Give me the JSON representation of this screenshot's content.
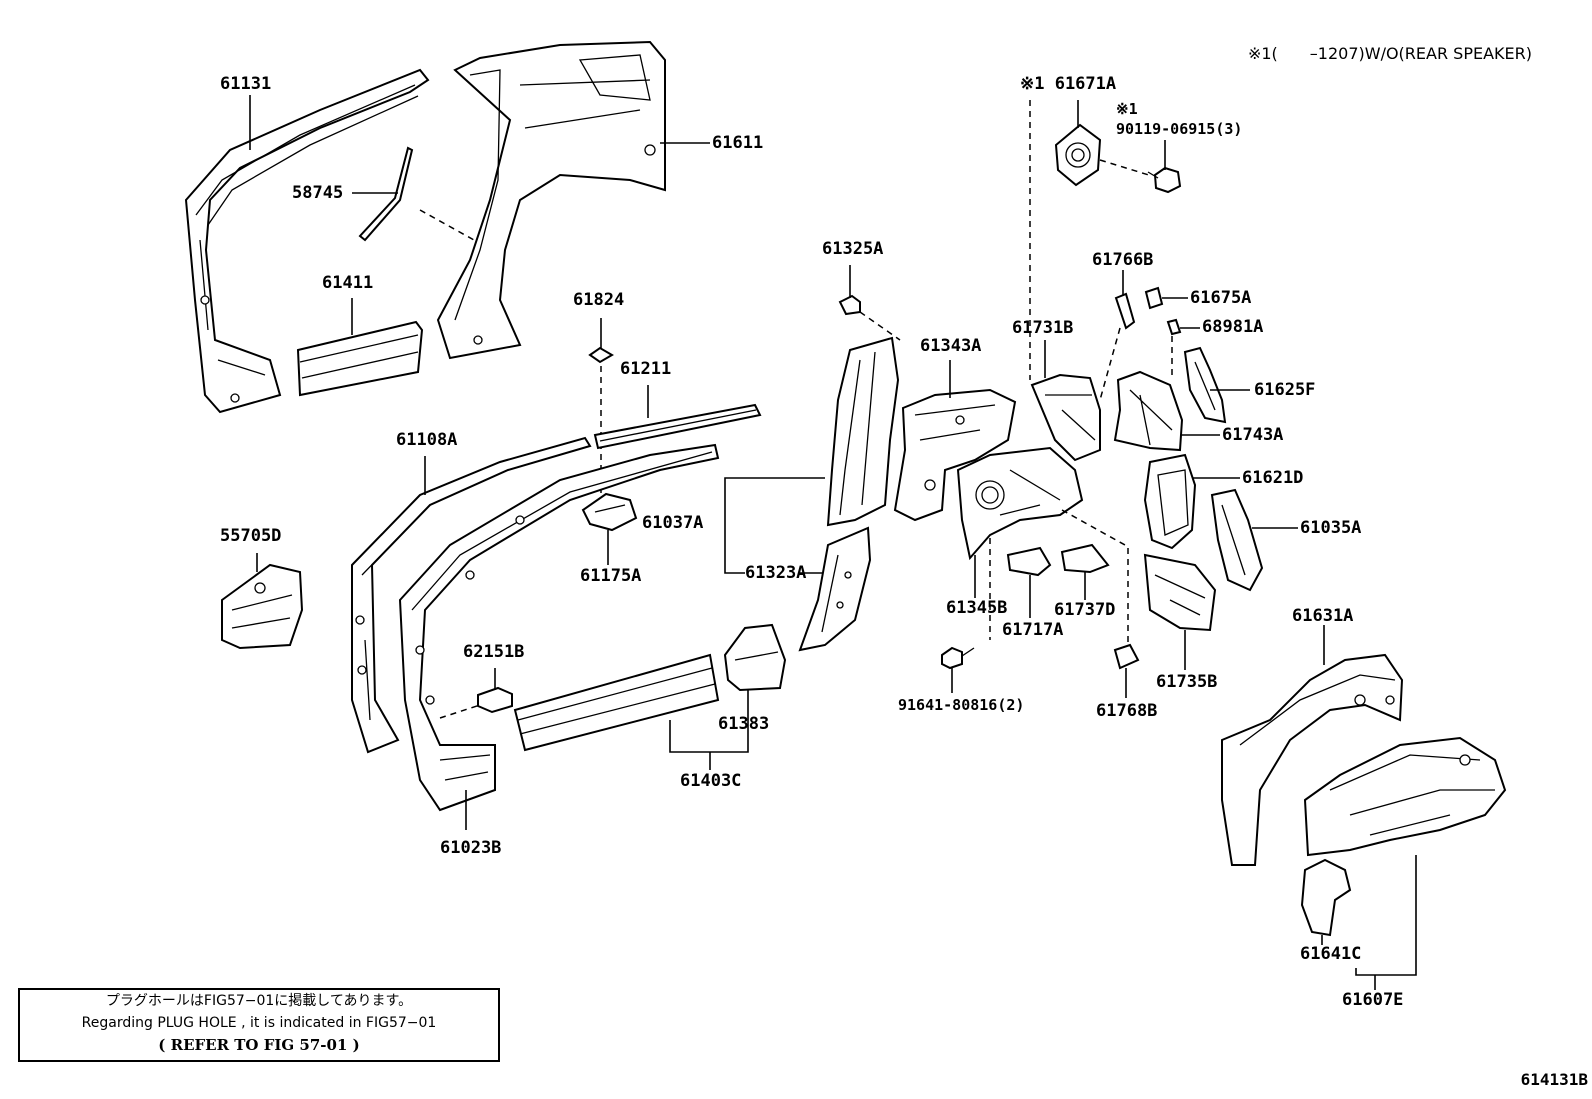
{
  "note_top": "※1(　　–1207)W/O(REAR SPEAKER)",
  "labels": [
    {
      "id": "61131",
      "text": "61131"
    },
    {
      "id": "58745",
      "text": "58745"
    },
    {
      "id": "61411",
      "text": "61411"
    },
    {
      "id": "61611",
      "text": "61611"
    },
    {
      "id": "61824",
      "text": "61824"
    },
    {
      "id": "61211",
      "text": "61211"
    },
    {
      "id": "61108A",
      "text": "61108A"
    },
    {
      "id": "55705D",
      "text": "55705D"
    },
    {
      "id": "61037A",
      "text": "61037A"
    },
    {
      "id": "61175A",
      "text": "61175A"
    },
    {
      "id": "61323A",
      "text": "61323A"
    },
    {
      "id": "62151B",
      "text": "62151B"
    },
    {
      "id": "61383",
      "text": "61383"
    },
    {
      "id": "61403C",
      "text": "61403C"
    },
    {
      "id": "61023B",
      "text": "61023B"
    },
    {
      "id": "61325A",
      "text": "61325A"
    },
    {
      "id": "61343A",
      "text": "61343A"
    },
    {
      "id": "61671A",
      "text": "※1 61671A"
    },
    {
      "id": "90119",
      "text": "90119-06915(3)"
    },
    {
      "id": "x1b",
      "text": "※1"
    },
    {
      "id": "61766B",
      "text": "61766B"
    },
    {
      "id": "61675A",
      "text": "61675A"
    },
    {
      "id": "61731B",
      "text": "61731B"
    },
    {
      "id": "68981A",
      "text": "68981A"
    },
    {
      "id": "61625F",
      "text": "61625F"
    },
    {
      "id": "61743A",
      "text": "61743A"
    },
    {
      "id": "61621D",
      "text": "61621D"
    },
    {
      "id": "61035A",
      "text": "61035A"
    },
    {
      "id": "61345B",
      "text": "61345B"
    },
    {
      "id": "61737D",
      "text": "61737D"
    },
    {
      "id": "61717A",
      "text": "61717A"
    },
    {
      "id": "61735B",
      "text": "61735B"
    },
    {
      "id": "91641",
      "text": "91641-80816(2)"
    },
    {
      "id": "61768B",
      "text": "61768B"
    },
    {
      "id": "61631A",
      "text": "61631A"
    },
    {
      "id": "61641C",
      "text": "61641C"
    },
    {
      "id": "61607E",
      "text": "61607E"
    }
  ],
  "note_box": {
    "line1": "プラグホールはFIG57−01に掲載してあります。",
    "line2": "Regarding PLUG HOLE , it is indicated in FIG57−01",
    "line3": "(  REFER TO FIG 57-01  )"
  },
  "figure_id": "614131B"
}
